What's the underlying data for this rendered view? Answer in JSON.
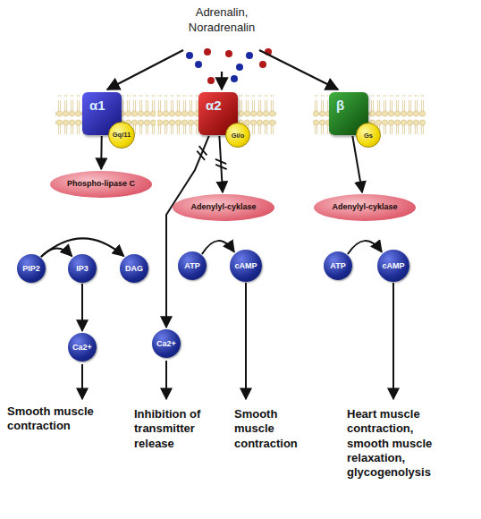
{
  "diagram": {
    "title": "Adrenalin, Noradrenalin",
    "nodes": [
      {
        "text": [
          "α1"
        ]
      },
      {
        "text": [
          "Gq/11"
        ],
        "in": 0
      },
      {
        "text": [
          "α2"
        ]
      },
      {
        "text": [
          "Gi/o"
        ],
        "in": 2
      },
      {
        "text": [
          "β"
        ]
      },
      {
        "text": [
          "Gs"
        ],
        "in": 4
      },
      {
        "text": [
          "Phospho-lipase C"
        ]
      },
      {
        "text": [
          "Adenylyl-cyklase"
        ]
      },
      {
        "text": [
          "Adenylyl-cyklase"
        ]
      },
      {
        "text": [
          "PIP2"
        ]
      },
      {
        "text": [
          "IP3"
        ]
      },
      {
        "text": [
          "DAG"
        ]
      },
      {
        "text": [
          "ATP"
        ]
      },
      {
        "text": [
          "cAMP"
        ]
      },
      {
        "text": [
          "ATP"
        ]
      },
      {
        "text": [
          "cAMP"
        ]
      },
      {
        "text": [
          "Ca2+"
        ]
      },
      {
        "text": [
          "Ca2+"
        ]
      }
    ],
    "edges": [
      {
        "from": 0,
        "to": 6,
        "arrow": "to"
      },
      {
        "from": 2,
        "to": 7,
        "arrow": "to"
      },
      {
        "from": 2,
        "to": 17,
        "arrow": "to"
      },
      {
        "from": 4,
        "to": 8,
        "arrow": "to"
      },
      {
        "from": 9,
        "to": 10,
        "arrow": "to"
      },
      {
        "from": 9,
        "to": 11,
        "arrow": "to"
      },
      {
        "from": 10,
        "to": 16,
        "arrow": "to"
      },
      {
        "from": 12,
        "to": 13,
        "arrow": "to"
      },
      {
        "from": 14,
        "to": 15,
        "arrow": "to"
      }
    ],
    "labels": [
      "Smooth muscle contraction",
      "Inhibition of transmitter release",
      "Smooth muscle contraction",
      "Heart muscle contraction, smooth muscle relaxation, glycogenolysis"
    ]
  }
}
